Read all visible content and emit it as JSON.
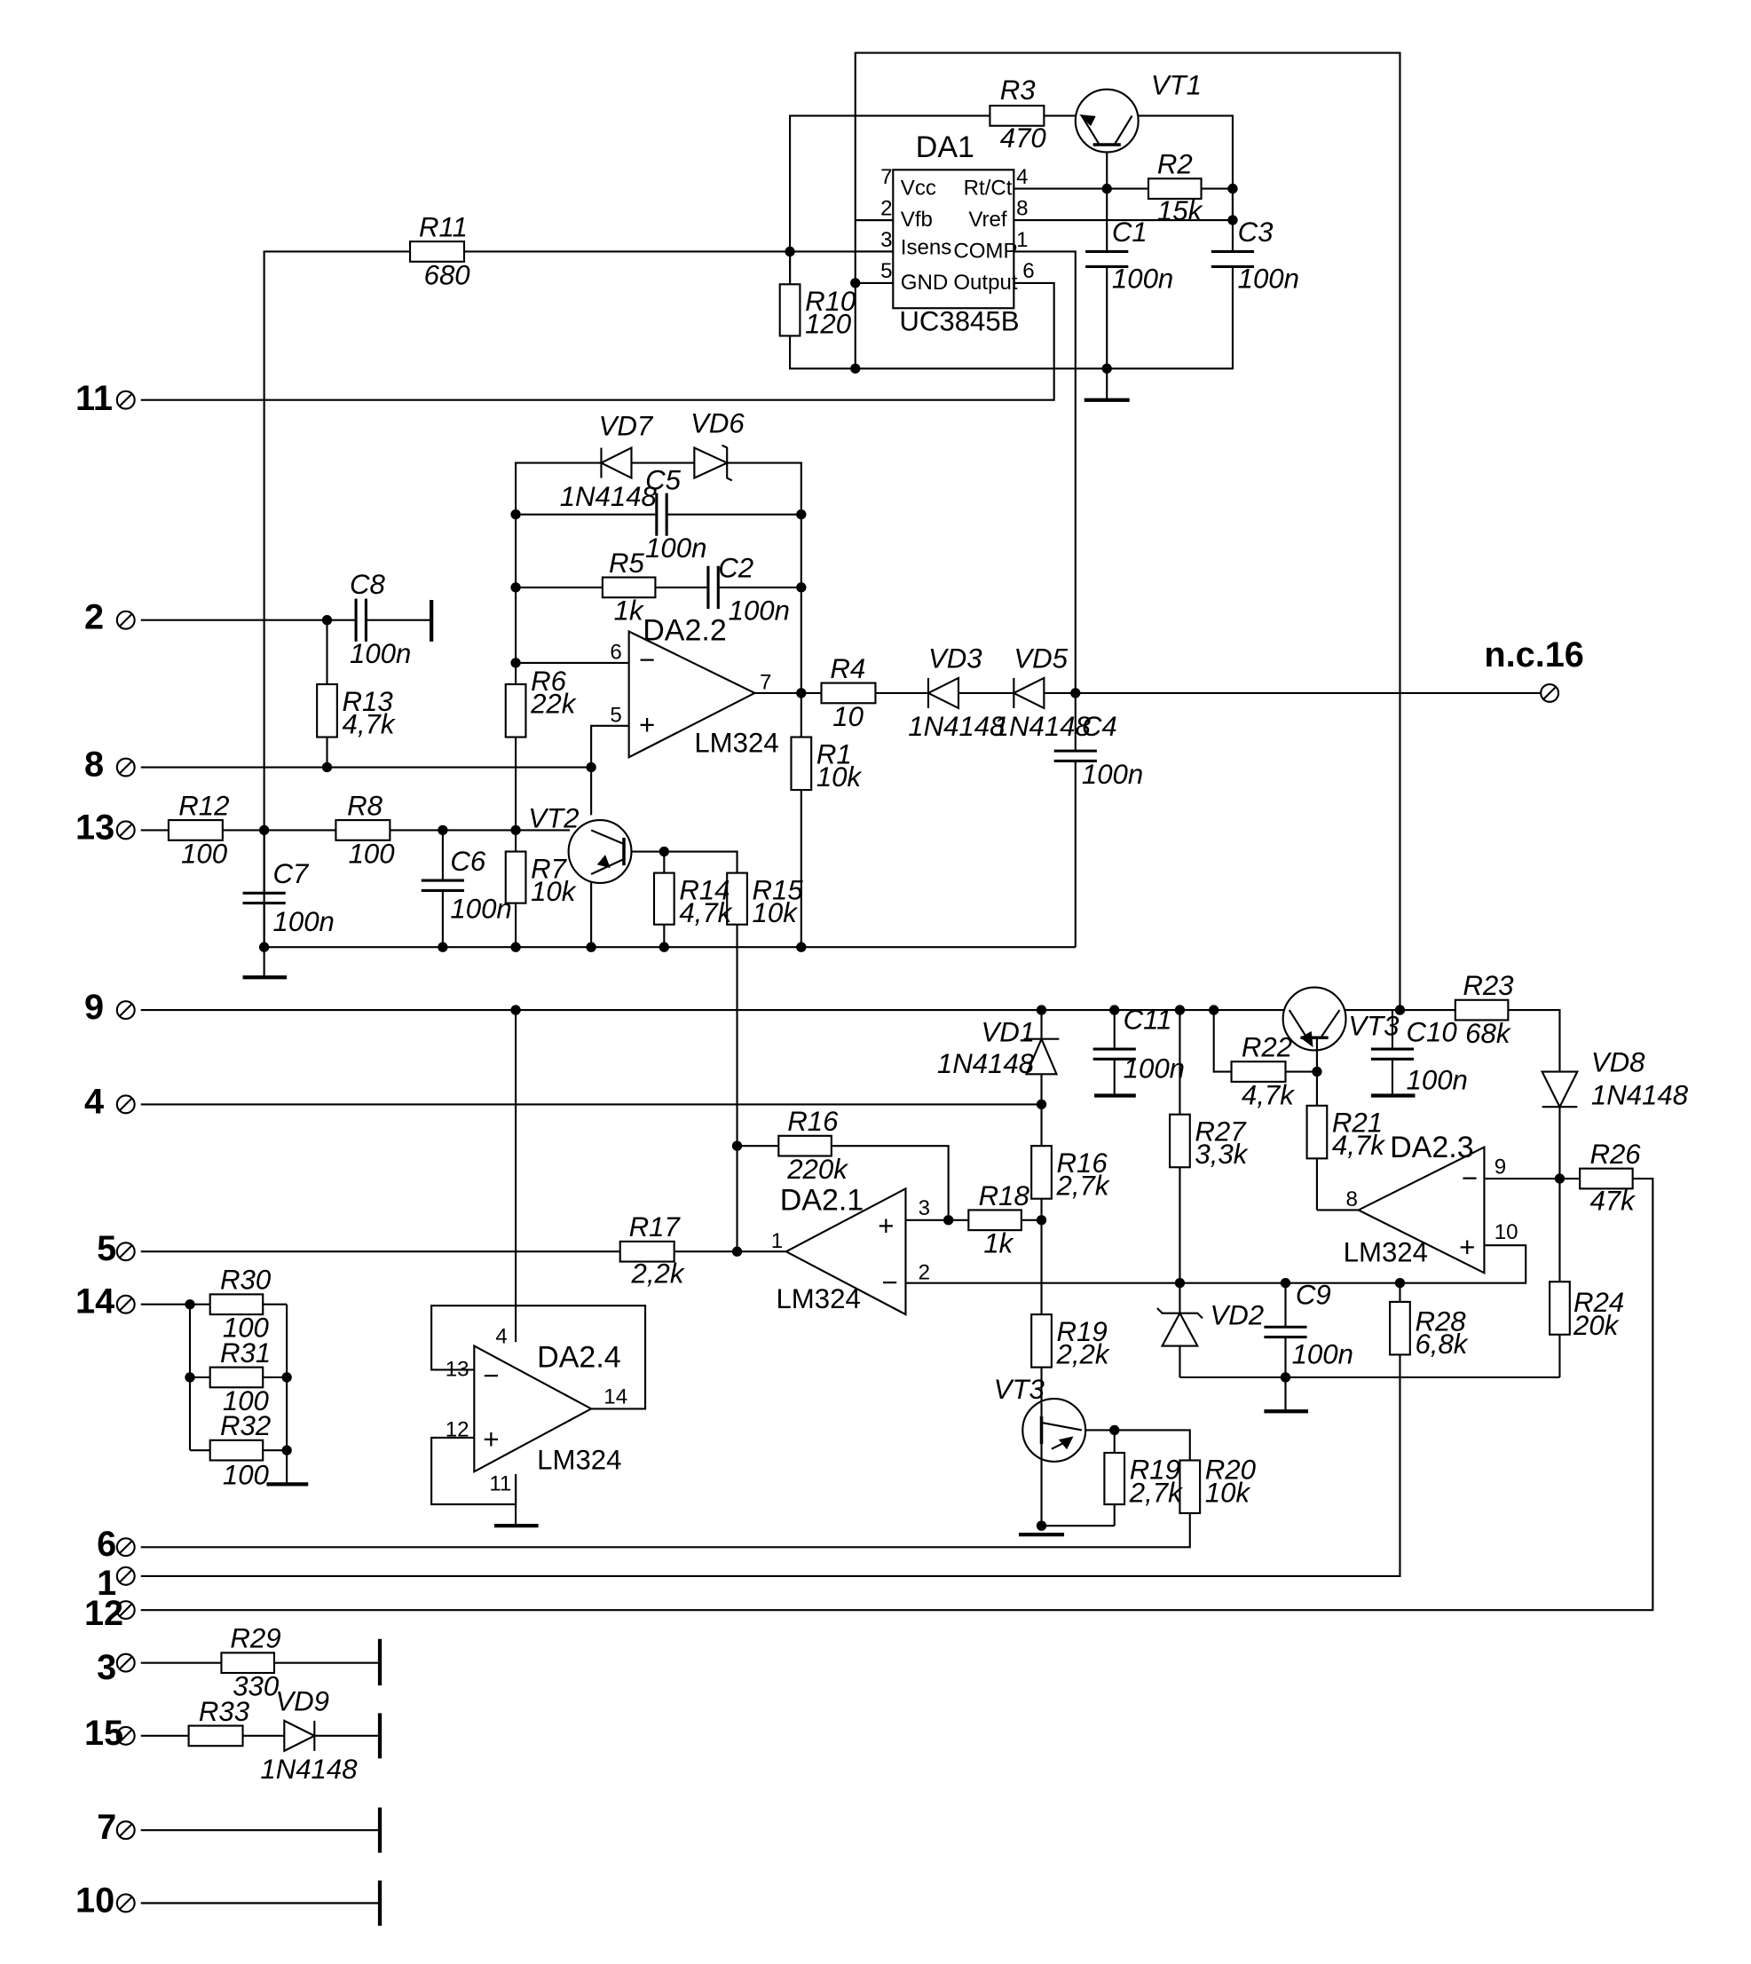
{
  "diagram": {
    "type": "electrical-schematic",
    "terminals": {
      "t11": "11",
      "t2": "2",
      "t8": "8",
      "t13": "13",
      "t9": "9",
      "t4": "4",
      "t5": "5",
      "t14": "14",
      "t6": "6",
      "t1": "1",
      "t12": "12",
      "t3": "3",
      "t15": "15",
      "t7": "7",
      "t10": "10",
      "nc16": "n.c.16"
    },
    "ics": {
      "da1": {
        "name": "DA1",
        "part": "UC3845B",
        "pins": {
          "vcc": "Vcc",
          "vfb": "Vfb",
          "isens": "Isens",
          "gnd": "GND",
          "rtct": "Rt/Ct",
          "vref": "Vref",
          "comp": "COMP",
          "output": "Output",
          "p7": "7",
          "p2": "2",
          "p3": "3",
          "p5": "5",
          "p4": "4",
          "p8": "8",
          "p1": "1",
          "p6": "6"
        }
      },
      "da2_2": {
        "name": "DA2.2",
        "part": "LM324",
        "pin_minus": "6",
        "pin_plus": "5",
        "pin_out": "7"
      },
      "da2_1": {
        "name": "DA2.1",
        "part": "LM324",
        "pin_plus": "3",
        "pin_minus": "2",
        "pin_out": "1"
      },
      "da2_3": {
        "name": "DA2.3",
        "part": "LM324",
        "pin_minus": "9",
        "pin_plus": "10",
        "pin_out": "8"
      },
      "da2_4": {
        "name": "DA2.4",
        "part": "LM324",
        "pin_minus": "13",
        "pin_plus": "12",
        "pin_out": "14",
        "pin_vcc": "4",
        "pin_gnd": "11"
      }
    },
    "resistors": {
      "r1": {
        "name": "R1",
        "value": "10k"
      },
      "r2": {
        "name": "R2",
        "value": "15k"
      },
      "r3": {
        "name": "R3",
        "value": "470"
      },
      "r4": {
        "name": "R4",
        "value": "10"
      },
      "r5": {
        "name": "R5",
        "value": "1k"
      },
      "r6": {
        "name": "R6",
        "value": "22k"
      },
      "r7": {
        "name": "R7",
        "value": "10k"
      },
      "r8": {
        "name": "R8",
        "value": "100"
      },
      "r10": {
        "name": "R10",
        "value": "120"
      },
      "r11": {
        "name": "R11",
        "value": "680"
      },
      "r12": {
        "name": "R12",
        "value": "100"
      },
      "r13": {
        "name": "R13",
        "value": "4,7k"
      },
      "r14": {
        "name": "R14",
        "value": "4,7k"
      },
      "r15": {
        "name": "R15",
        "value": "10k"
      },
      "r16a": {
        "name": "R16",
        "value": "220k"
      },
      "r16b": {
        "name": "R16",
        "value": "2,7k"
      },
      "r17": {
        "name": "R17",
        "value": "2,2k"
      },
      "r18": {
        "name": "R18",
        "value": "1k"
      },
      "r19a": {
        "name": "R19",
        "value": "2,2k"
      },
      "r19b": {
        "name": "R19",
        "value": "2,7k"
      },
      "r20": {
        "name": "R20",
        "value": "10k"
      },
      "r21": {
        "name": "R21",
        "value": "4,7k"
      },
      "r22": {
        "name": "R22",
        "value": "4,7k"
      },
      "r23": {
        "name": "R23",
        "value": "68k"
      },
      "r24": {
        "name": "R24",
        "value": "20k"
      },
      "r26": {
        "name": "R26",
        "value": "47k"
      },
      "r27": {
        "name": "R27",
        "value": "3,3k"
      },
      "r28": {
        "name": "R28",
        "value": "6,8k"
      },
      "r29": {
        "name": "R29",
        "value": "330"
      },
      "r30": {
        "name": "R30",
        "value": "100"
      },
      "r31": {
        "name": "R31",
        "value": "100"
      },
      "r32": {
        "name": "R32",
        "value": "100"
      },
      "r33": {
        "name": "R33",
        "value": ""
      }
    },
    "capacitors": {
      "c1": {
        "name": "C1",
        "value": "100n"
      },
      "c2": {
        "name": "C2",
        "value": "100n"
      },
      "c3": {
        "name": "C3",
        "value": "100n"
      },
      "c4": {
        "name": "C4",
        "value": "100n"
      },
      "c5": {
        "name": "C5",
        "value": "100n"
      },
      "c6": {
        "name": "C6",
        "value": "100n"
      },
      "c7": {
        "name": "C7",
        "value": "100n"
      },
      "c8": {
        "name": "C8",
        "value": "100n"
      },
      "c9": {
        "name": "C9",
        "value": "100n"
      },
      "c10": {
        "name": "C10",
        "value": "100n"
      },
      "c11": {
        "name": "C11",
        "value": "100n"
      }
    },
    "diodes": {
      "vd1": {
        "name": "VD1",
        "value": "1N4148"
      },
      "vd2": {
        "name": "VD2",
        "value": ""
      },
      "vd3": {
        "name": "VD3",
        "value": "1N4148"
      },
      "vd5": {
        "name": "VD5",
        "value": "1N4148"
      },
      "vd6": {
        "name": "VD6",
        "value": ""
      },
      "vd7": {
        "name": "VD7",
        "value": "1N4148"
      },
      "vd8": {
        "name": "VD8",
        "value": "1N4148"
      },
      "vd9": {
        "name": "VD9",
        "value": "1N4148"
      }
    },
    "transistors": {
      "vt1": {
        "name": "VT1"
      },
      "vt2": {
        "name": "VT2"
      },
      "vt3a": {
        "name": "VT3"
      },
      "vt3b": {
        "name": "VT3"
      }
    }
  }
}
